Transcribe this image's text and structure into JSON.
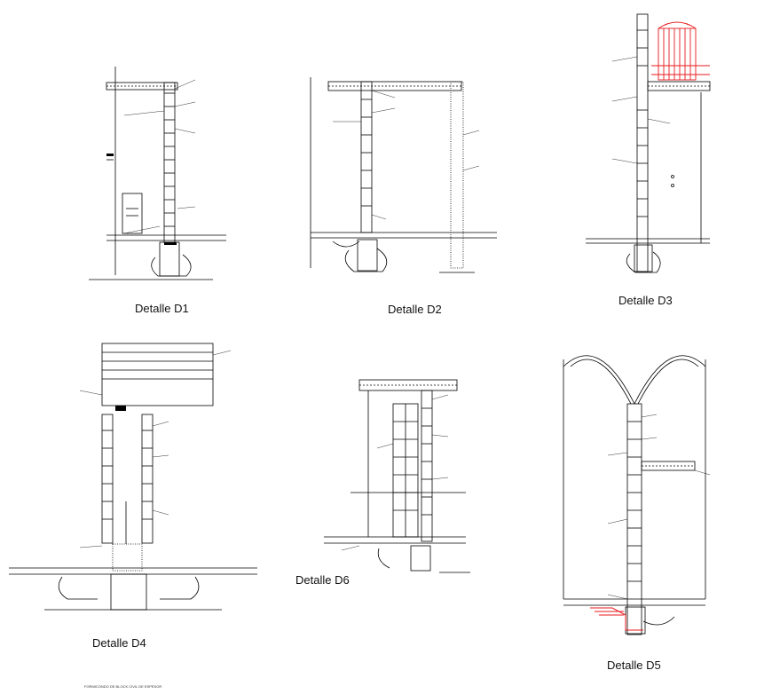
{
  "details": [
    {
      "id": "D1",
      "caption": "Detalle D1"
    },
    {
      "id": "D2",
      "caption": "Detalle D2"
    },
    {
      "id": "D3",
      "caption": "Detalle D3"
    },
    {
      "id": "D4",
      "caption": "Detalle D4"
    },
    {
      "id": "D6",
      "caption": "Detalle D6"
    },
    {
      "id": "D5",
      "caption": "Detalle D5"
    }
  ],
  "footnote": "FORMICONDO DE BLOCK CIVIL DE ESPESOR",
  "colors": {
    "line": "#000000",
    "highlight": "#e8191c",
    "background": "#ffffff"
  }
}
